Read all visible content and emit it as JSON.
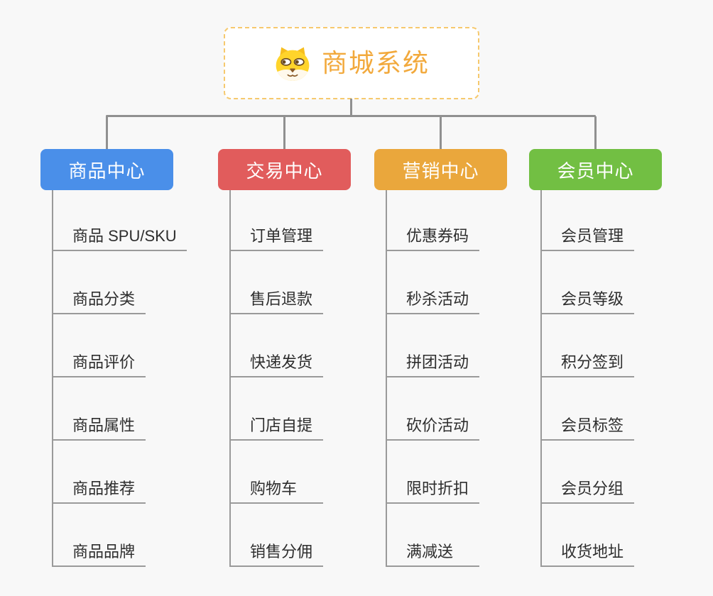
{
  "root": {
    "title": "商城系统",
    "icon": "dog-face-icon",
    "title_color": "#f2a93c",
    "border_color": "#f6c96e"
  },
  "connector_color": "#909090",
  "branches": [
    {
      "label": "商品中心",
      "color": "#4a8fe9",
      "children": [
        "商品 SPU/SKU",
        "商品分类",
        "商品评价",
        "商品属性",
        "商品推荐",
        "商品品牌"
      ]
    },
    {
      "label": "交易中心",
      "color": "#e15c5c",
      "children": [
        "订单管理",
        "售后退款",
        "快递发货",
        "门店自提",
        "购物车",
        "销售分佣"
      ]
    },
    {
      "label": "营销中心",
      "color": "#eaa73c",
      "children": [
        "优惠券码",
        "秒杀活动",
        "拼团活动",
        "砍价活动",
        "限时折扣",
        "满减送"
      ]
    },
    {
      "label": "会员中心",
      "color": "#72bf43",
      "children": [
        "会员管理",
        "会员等级",
        "积分签到",
        "会员标签",
        "会员分组",
        "收货地址"
      ]
    }
  ]
}
